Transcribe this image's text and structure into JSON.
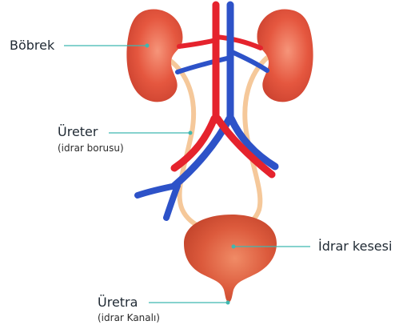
{
  "labels": {
    "kidney": "Böbrek",
    "ureter": "Üreter",
    "ureter_sub": "(idrar borusu)",
    "bladder": "İdrar kesesi",
    "urethra": "Üretra",
    "urethra_sub": "(idrar Kanalı)"
  },
  "colors": {
    "kidney": "#e0533f",
    "kidney_highlight": "#f48a70",
    "bladder": "#d8563a",
    "bladder_highlight": "#ef8460",
    "artery": "#e5232d",
    "vein": "#2d52c8",
    "ureter": "#f5c89a",
    "leader_line": "#3fb8b0"
  }
}
